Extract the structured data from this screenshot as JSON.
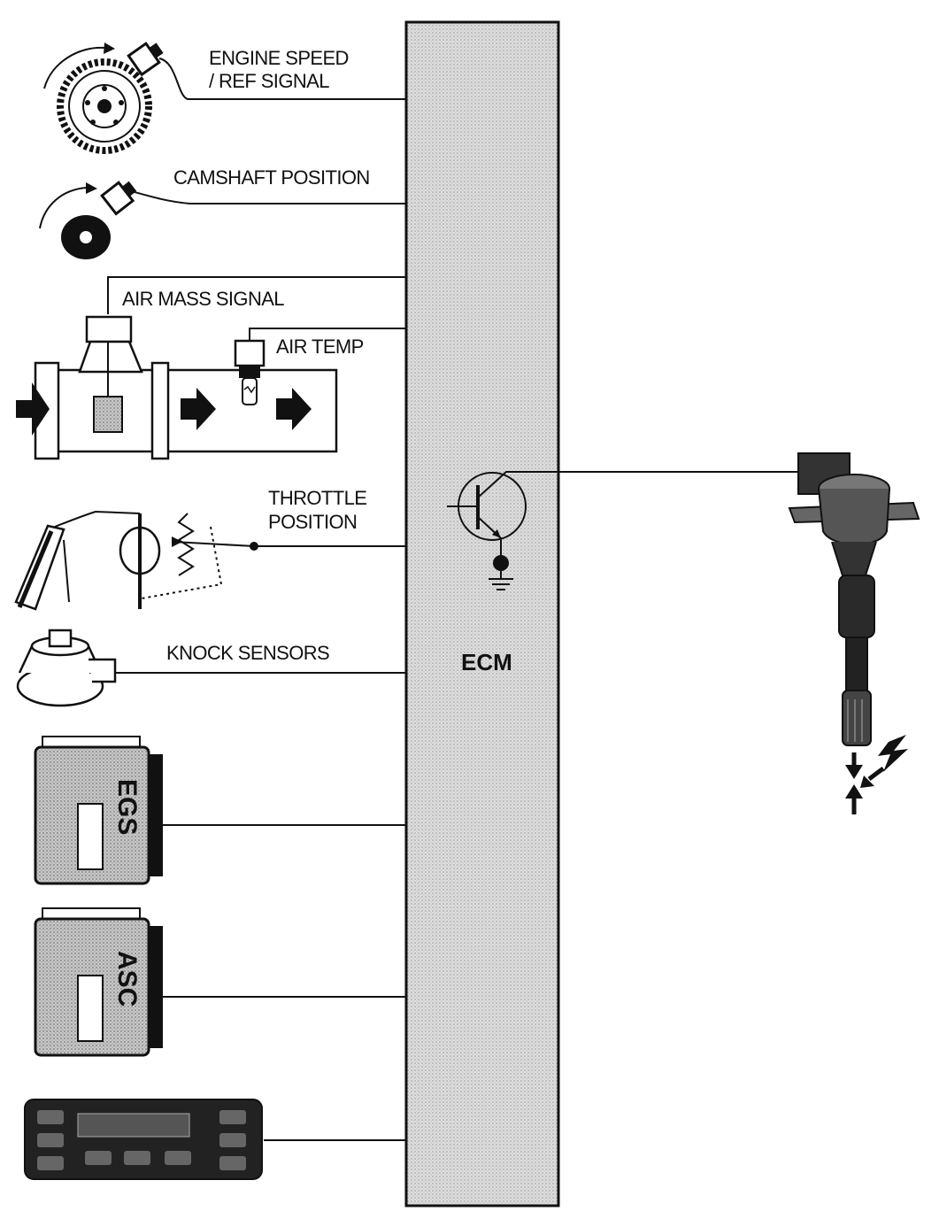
{
  "labels": {
    "engine_speed_line1": "ENGINE SPEED",
    "engine_speed_line2": "/ REF SIGNAL",
    "camshaft": "CAMSHAFT POSITION",
    "air_mass": "AIR MASS SIGNAL",
    "air_temp": "AIR TEMP",
    "throttle_line1": "THROTTLE",
    "throttle_line2": "POSITION",
    "knock": "KNOCK SENSORS",
    "ecm": "ECM",
    "egs": "EGS",
    "asc": "ASC"
  },
  "icons": {
    "engine_speed": "crank-wheel-sensor-icon",
    "camshaft": "camshaft-sensor-icon",
    "air_mass": "air-mass-meter-icon",
    "air_temp": "air-temp-sensor-icon",
    "throttle": "throttle-pedal-potentiometer-icon",
    "knock": "knock-sensor-icon",
    "egs": "control-module-icon",
    "asc": "control-module-icon",
    "climate": "climate-control-panel-icon",
    "transistor": "transistor-icon",
    "ground": "ground-icon",
    "ignition_coil": "ignition-coil-icon",
    "spark": "spark-icon"
  },
  "colors": {
    "ecm_fill": "#dcdcdc",
    "line": "#111111"
  }
}
